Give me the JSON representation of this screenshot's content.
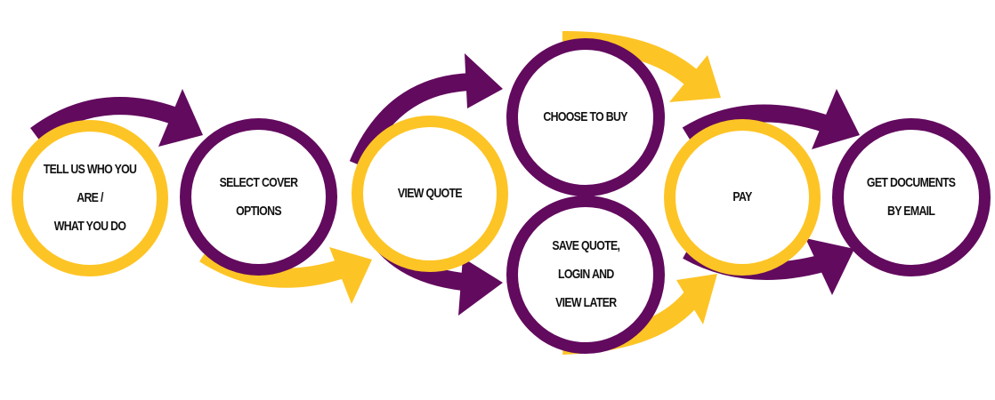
{
  "colors": {
    "yellow": "#FDC425",
    "purple": "#620A5E"
  },
  "steps": [
    {
      "label": "TELL US WHO YOU ARE /\nWHAT YOU DO",
      "ring": "yellow"
    },
    {
      "label": "SELECT COVER OPTIONS",
      "ring": "purple"
    },
    {
      "label": "VIEW QUOTE",
      "ring": "yellow"
    },
    {
      "label": "CHOOSE TO BUY",
      "ring": "purple"
    },
    {
      "label": "SAVE QUOTE,\nLOGIN AND\nVIEW LATER",
      "ring": "purple"
    },
    {
      "label": "PAY",
      "ring": "yellow"
    },
    {
      "label": "GET DOCUMENTS\nBY EMAIL",
      "ring": "purple"
    }
  ]
}
